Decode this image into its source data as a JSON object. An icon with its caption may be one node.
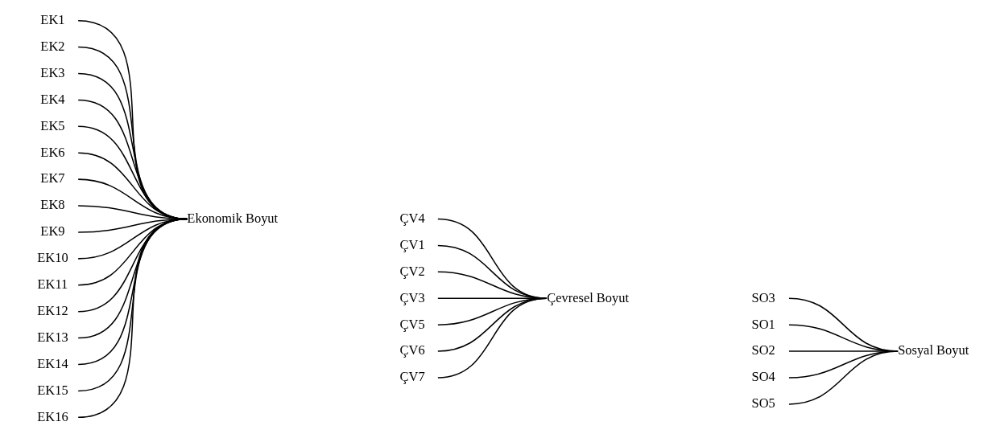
{
  "diagram": {
    "nodes": [
      {
        "text": [
          "EK1"
        ]
      },
      {
        "text": [
          "EK2"
        ]
      },
      {
        "text": [
          "EK3"
        ]
      },
      {
        "text": [
          "EK4"
        ]
      },
      {
        "text": [
          "EK5"
        ]
      },
      {
        "text": [
          "EK6"
        ]
      },
      {
        "text": [
          "EK7"
        ]
      },
      {
        "text": [
          "EK8"
        ]
      },
      {
        "text": [
          "EK9"
        ]
      },
      {
        "text": [
          "EK10"
        ]
      },
      {
        "text": [
          "EK11"
        ]
      },
      {
        "text": [
          "EK12"
        ]
      },
      {
        "text": [
          "EK13"
        ]
      },
      {
        "text": [
          "EK14"
        ]
      },
      {
        "text": [
          "EK15"
        ]
      },
      {
        "text": [
          "EK16"
        ]
      },
      {
        "text": [
          "Ekonomik Boyut"
        ]
      },
      {
        "text": [
          "ÇV1"
        ]
      },
      {
        "text": [
          "ÇV2"
        ]
      },
      {
        "text": [
          "ÇV3"
        ]
      },
      {
        "text": [
          "ÇV4"
        ]
      },
      {
        "text": [
          "ÇV5"
        ]
      },
      {
        "text": [
          "ÇV6"
        ]
      },
      {
        "text": [
          "ÇV7"
        ]
      },
      {
        "text": [
          "Çevresel Boyut"
        ]
      },
      {
        "text": [
          "SO1"
        ]
      },
      {
        "text": [
          "SO2"
        ]
      },
      {
        "text": [
          "SO3"
        ]
      },
      {
        "text": [
          "SO4"
        ]
      },
      {
        "text": [
          "SO5"
        ]
      },
      {
        "text": [
          "Sosyal Boyut"
        ]
      }
    ],
    "edges": [
      {
        "from": 0,
        "to": 16,
        "arrow": "none"
      },
      {
        "from": 1,
        "to": 16,
        "arrow": "none"
      },
      {
        "from": 2,
        "to": 16,
        "arrow": "none"
      },
      {
        "from": 3,
        "to": 16,
        "arrow": "none"
      },
      {
        "from": 4,
        "to": 16,
        "arrow": "none"
      },
      {
        "from": 5,
        "to": 16,
        "arrow": "none"
      },
      {
        "from": 6,
        "to": 16,
        "arrow": "none"
      },
      {
        "from": 7,
        "to": 16,
        "arrow": "none"
      },
      {
        "from": 8,
        "to": 16,
        "arrow": "none"
      },
      {
        "from": 9,
        "to": 16,
        "arrow": "none"
      },
      {
        "from": 10,
        "to": 16,
        "arrow": "none"
      },
      {
        "from": 11,
        "to": 16,
        "arrow": "none"
      },
      {
        "from": 12,
        "to": 16,
        "arrow": "none"
      },
      {
        "from": 13,
        "to": 16,
        "arrow": "none"
      },
      {
        "from": 14,
        "to": 16,
        "arrow": "none"
      },
      {
        "from": 15,
        "to": 16,
        "arrow": "none"
      },
      {
        "from": 17,
        "to": 24,
        "arrow": "none"
      },
      {
        "from": 18,
        "to": 24,
        "arrow": "none"
      },
      {
        "from": 19,
        "to": 24,
        "arrow": "none"
      },
      {
        "from": 20,
        "to": 24,
        "arrow": "none"
      },
      {
        "from": 21,
        "to": 24,
        "arrow": "none"
      },
      {
        "from": 22,
        "to": 24,
        "arrow": "none"
      },
      {
        "from": 23,
        "to": 24,
        "arrow": "none"
      },
      {
        "from": 25,
        "to": 30,
        "arrow": "none"
      },
      {
        "from": 26,
        "to": 30,
        "arrow": "none"
      },
      {
        "from": 27,
        "to": 30,
        "arrow": "none"
      },
      {
        "from": 28,
        "to": 30,
        "arrow": "none"
      },
      {
        "from": 29,
        "to": 30,
        "arrow": "none"
      }
    ]
  }
}
